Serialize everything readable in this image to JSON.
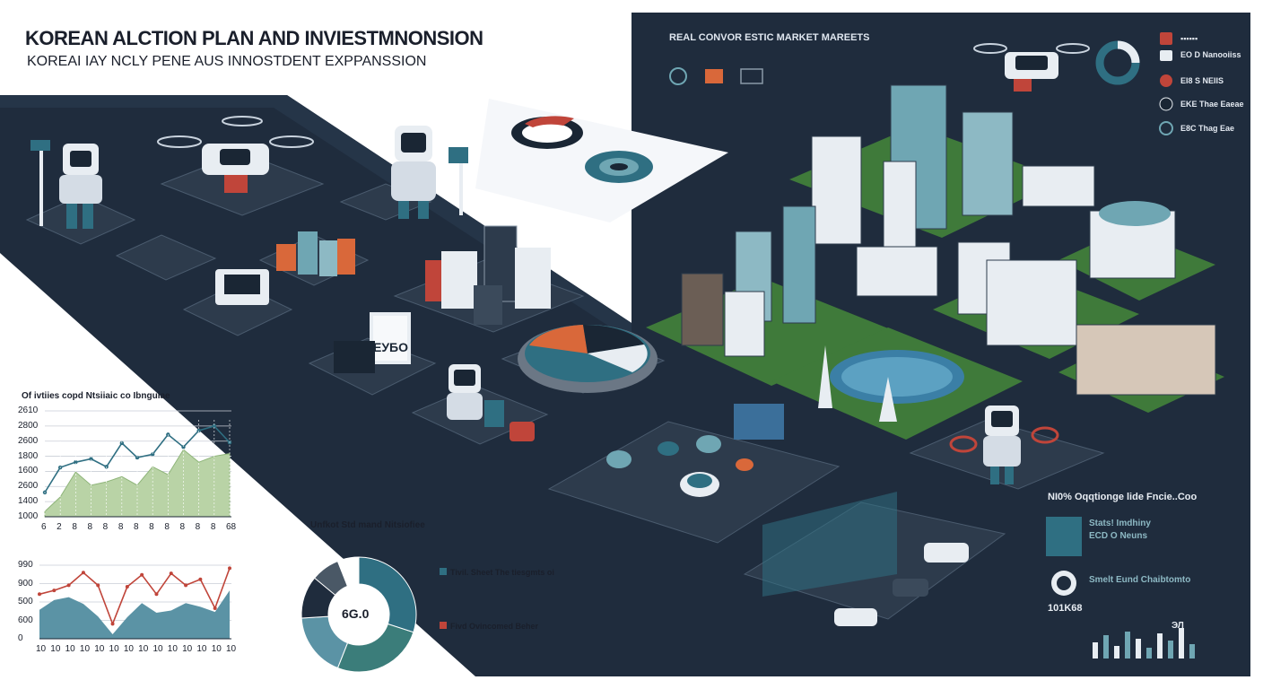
{
  "header": {
    "title": "KOREAN ALCTION PLAN AND INVIESTMNONSION",
    "subtitle": "KOREAI IAY NCLY PENE AUS INNOSTDENT EXPPANSSION"
  },
  "market_panel": {
    "title": "REAL CONVOR ESTIC MARKET MAREETS",
    "legend": [
      "EO D Nanooiiss",
      "EI8 S NEIIS",
      "EKE Thae Eaeae",
      "E8C Thag Eae"
    ],
    "stats": {
      "headline": "NI0% Oqqtionge lide Fncie..Coo",
      "box1_line1": "Stats! Imdhiny",
      "box1_line2": "ECD O Neuns",
      "box2_line1": "Smelt Eund Chaibtomto",
      "box2_number": "101K68",
      "bar_label": "ЭЛ"
    }
  },
  "screen_sign": "ЕУБО",
  "area_chart": {
    "title": "Of ivtiies copd Ntsiiaic co Ibnguiae",
    "ytick_labels": [
      "2610",
      "2800",
      "2600",
      "1800",
      "1600",
      "2600",
      "1400",
      "1000"
    ],
    "xtick_labels": [
      "6",
      "2",
      "8",
      "8",
      "8",
      "8",
      "8",
      "8",
      "8",
      "8",
      "8",
      "8",
      "68"
    ]
  },
  "line_chart": {
    "ytick_labels": [
      "990",
      "900",
      "500",
      "600",
      "0"
    ],
    "xtick_labels": [
      "10",
      "10",
      "10",
      "10",
      "10",
      "10",
      "10",
      "10",
      "10",
      "10",
      "10",
      "10",
      "10",
      "10"
    ]
  },
  "donut": {
    "title": "Unfkot Std mand Nitsiofiee",
    "center_label": "6G.0",
    "legend": [
      "Tivil. Sheet The tiesgmts oi",
      "Fivd Ovincomed Beher"
    ]
  },
  "colors": {
    "dark_bg": "#1f2c3d",
    "teal": "#2f6f82",
    "green_area": "#b9d3a6",
    "line_red": "#c0453a",
    "accent_orange": "#d9683a",
    "city_green": "#3f7a3a"
  },
  "chart_data": [
    {
      "type": "area",
      "title": "Of ivtiies copd Ntsiiaic co Ibnguiae",
      "x": [
        "6",
        "2",
        "8",
        "8",
        "8",
        "8",
        "8",
        "8",
        "8",
        "8",
        "8",
        "8",
        "68"
      ],
      "series": [
        {
          "values": [
            1080,
            1300,
            1680,
            1480,
            1530,
            1610,
            1480,
            1760,
            1640,
            2020,
            1830,
            1920,
            1960
          ]
        }
      ],
      "ylim": [
        1000,
        2610
      ]
    },
    {
      "type": "line",
      "title": "",
      "x": [
        "6",
        "2",
        "8",
        "8",
        "8",
        "8",
        "8",
        "8",
        "8",
        "8",
        "8",
        "8",
        "68"
      ],
      "series": [
        {
          "values": [
            1370,
            1750,
            1830,
            1880,
            1760,
            2120,
            1900,
            1950,
            2250,
            2060,
            2310,
            2380,
            2130
          ]
        }
      ],
      "ylim": [
        1000,
        2610
      ]
    },
    {
      "type": "area",
      "title": "",
      "x": [
        "10",
        "10",
        "10",
        "10",
        "10",
        "10",
        "10",
        "10",
        "10",
        "10",
        "10",
        "10",
        "10",
        "10"
      ],
      "series": [
        {
          "values": [
            390,
            520,
            560,
            470,
            300,
            60,
            290,
            480,
            350,
            380,
            480,
            430,
            360,
            650
          ]
        }
      ],
      "ylim": [
        0,
        990
      ]
    },
    {
      "type": "line",
      "title": "",
      "x": [
        "10",
        "10",
        "10",
        "10",
        "10",
        "10",
        "10",
        "10",
        "10",
        "10",
        "10",
        "10",
        "10",
        "10"
      ],
      "series": [
        {
          "values": [
            600,
            650,
            720,
            890,
            720,
            200,
            700,
            860,
            600,
            880,
            720,
            800,
            410,
            950
          ]
        }
      ],
      "ylim": [
        0,
        990
      ]
    },
    {
      "type": "pie",
      "title": "Unfkot Std mand Nitsiofiee",
      "center": "6G.0",
      "values": [
        30,
        26,
        18,
        12,
        8,
        6
      ],
      "colors": [
        "#2f6f82",
        "#3b7d7a",
        "#5b93a5",
        "#1f2c3d",
        "#4a5866",
        "#ffffff"
      ]
    }
  ]
}
